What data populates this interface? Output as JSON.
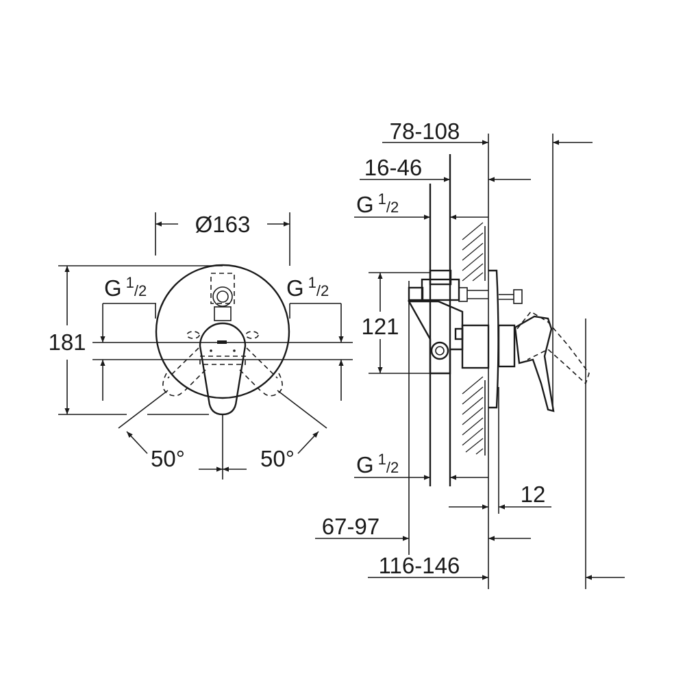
{
  "front_view": {
    "diameter_label": "Ø163",
    "height_label": "181",
    "angle_left_label": "50°",
    "angle_right_label": "50°"
  },
  "side_view": {
    "dim_top_label": "78-108",
    "dim_second_label": "16-46",
    "height_label": "121",
    "dim_12_label": "12",
    "dim_67_label": "67-97",
    "dim_116_label": "116-146"
  },
  "thread": {
    "letter": "G",
    "num": "1",
    "den": "/2"
  },
  "colors": {
    "line": "#1a1a1a",
    "background": "#ffffff"
  }
}
